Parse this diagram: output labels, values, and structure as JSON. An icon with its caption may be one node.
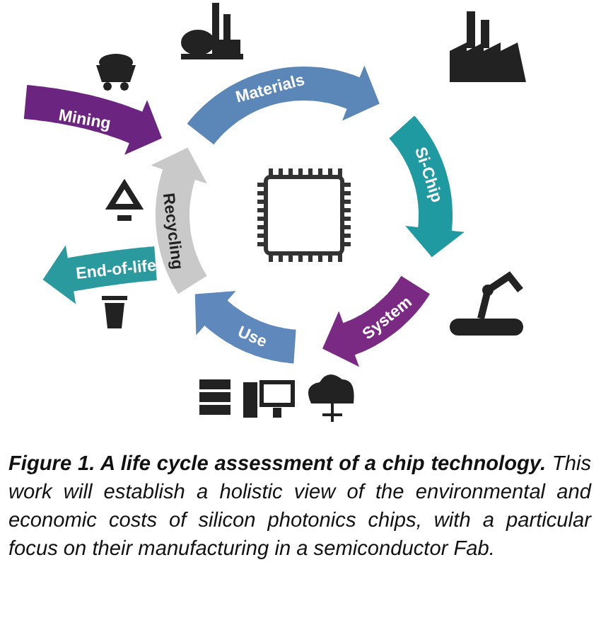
{
  "diagram": {
    "caption": "**Figure 1. A life cycle assessment of a chip technology.** This work will establish a holistic view of the environmental and economic costs of silicon photonics chips, with a particular focus on their manufacturing in a semiconductor Fab.",
    "nodes": [
      {
        "text": [
          "Materials"
        ]
      },
      {
        "text": [
          "Si-Chip"
        ]
      },
      {
        "text": [
          "Mining"
        ]
      },
      {
        "text": [
          "Recycling"
        ]
      },
      {
        "text": [
          "End-of-life"
        ]
      },
      {
        "text": [
          "System"
        ]
      },
      {
        "text": [
          "Use"
        ]
      }
    ],
    "edges": []
  }
}
